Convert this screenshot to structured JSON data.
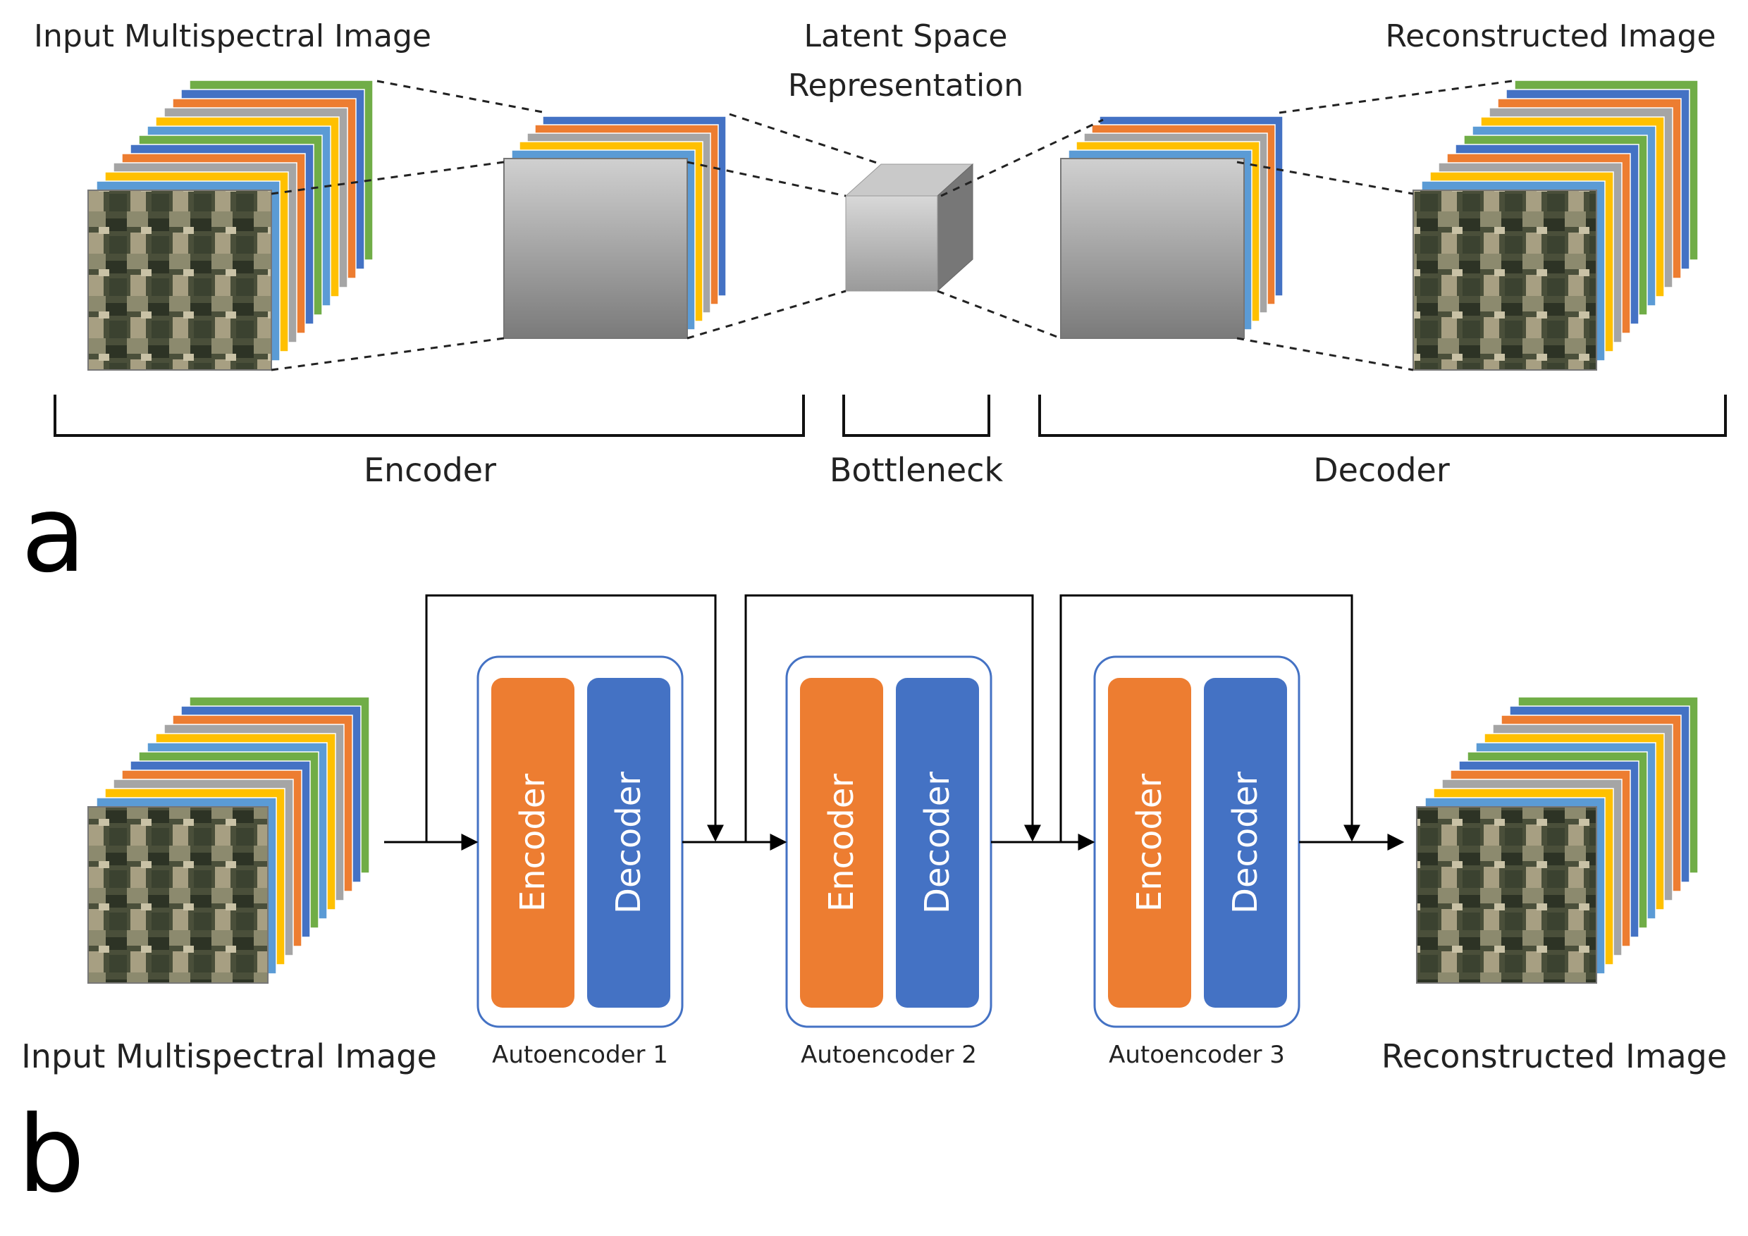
{
  "panel_a": {
    "letter": "a",
    "input_label": "Input Multispectral Image",
    "latent_label_line1": "Latent Space",
    "latent_label_line2": "Representation",
    "output_label": "Reconstructed Image",
    "encoder_label": "Encoder",
    "bottleneck_label": "Bottleneck",
    "decoder_label": "Decoder"
  },
  "panel_b": {
    "letter": "b",
    "input_label": "Input Multispectral Image",
    "output_label": "Reconstructed Image",
    "autoencoders": [
      {
        "label": "Autoencoder 1",
        "encoder": "Encoder",
        "decoder": "Decoder"
      },
      {
        "label": "Autoencoder 2",
        "encoder": "Encoder",
        "decoder": "Decoder"
      },
      {
        "label": "Autoencoder 3",
        "encoder": "Encoder",
        "decoder": "Decoder"
      }
    ]
  },
  "colors": {
    "band_colors": [
      "#70ad47",
      "#5b9bd5",
      "#ffc000",
      "#a5a5a5",
      "#ed7d31",
      "#4472c4"
    ],
    "encoder_fill": "#ed7d31",
    "decoder_fill": "#4472c4",
    "block_gray": "#8c8c8c",
    "line": "#000000"
  }
}
